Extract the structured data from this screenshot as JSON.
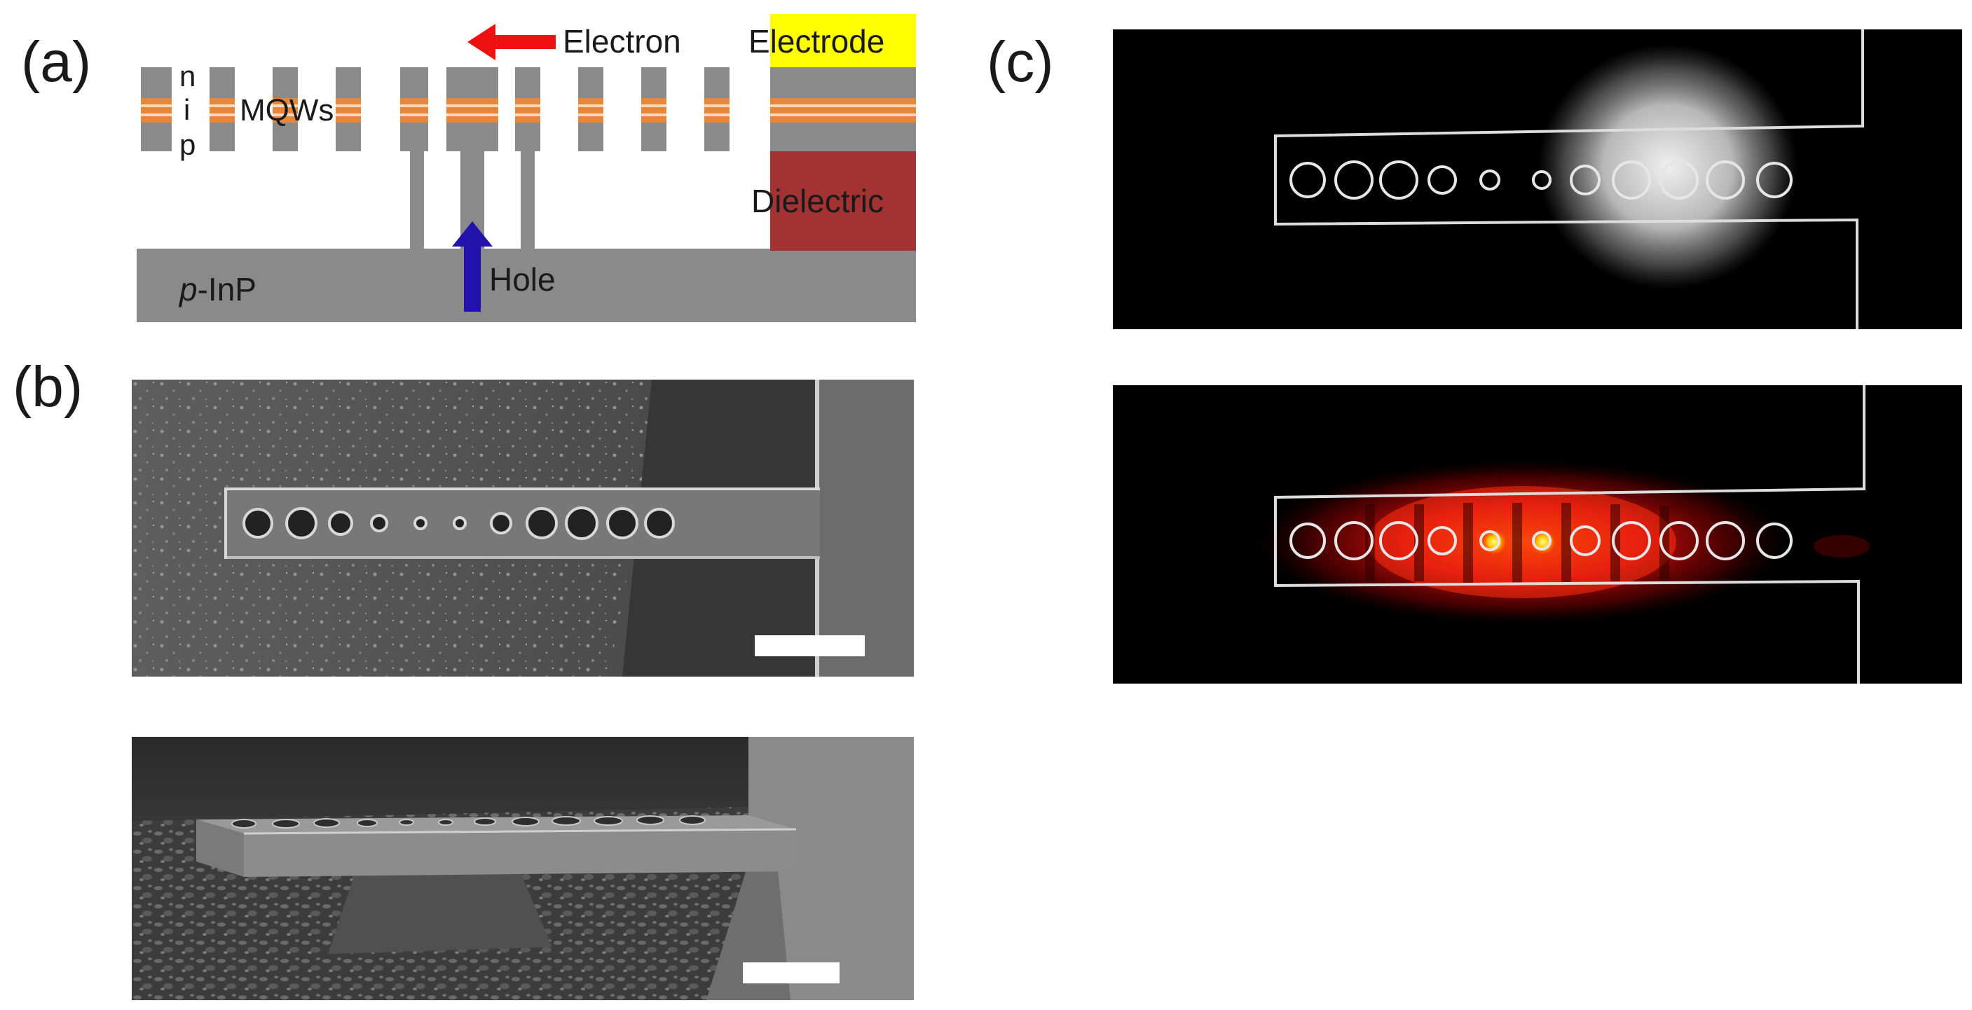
{
  "panels": {
    "a": {
      "label": "(a)"
    },
    "b": {
      "label": "(b)"
    },
    "c": {
      "label": "(c)"
    }
  },
  "schematic": {
    "layer_n": "n",
    "layer_i": "i",
    "layer_p": "p",
    "mqws": "MQWs",
    "electron": "Electron",
    "hole": "Hole",
    "electrode": "Electrode",
    "dielectric": "Dielectric",
    "substrate_italic": "p",
    "substrate_rest": "-InP"
  },
  "colors": {
    "gray": "#8a8a8a",
    "mqw_orange": "#e8863a",
    "mqw_light": "#f3d9bf",
    "electrode_yellow": "#ffff00",
    "dielectric_red": "#a33232",
    "electron_arrow": "#ee1111",
    "hole_arrow": "#2211aa"
  }
}
